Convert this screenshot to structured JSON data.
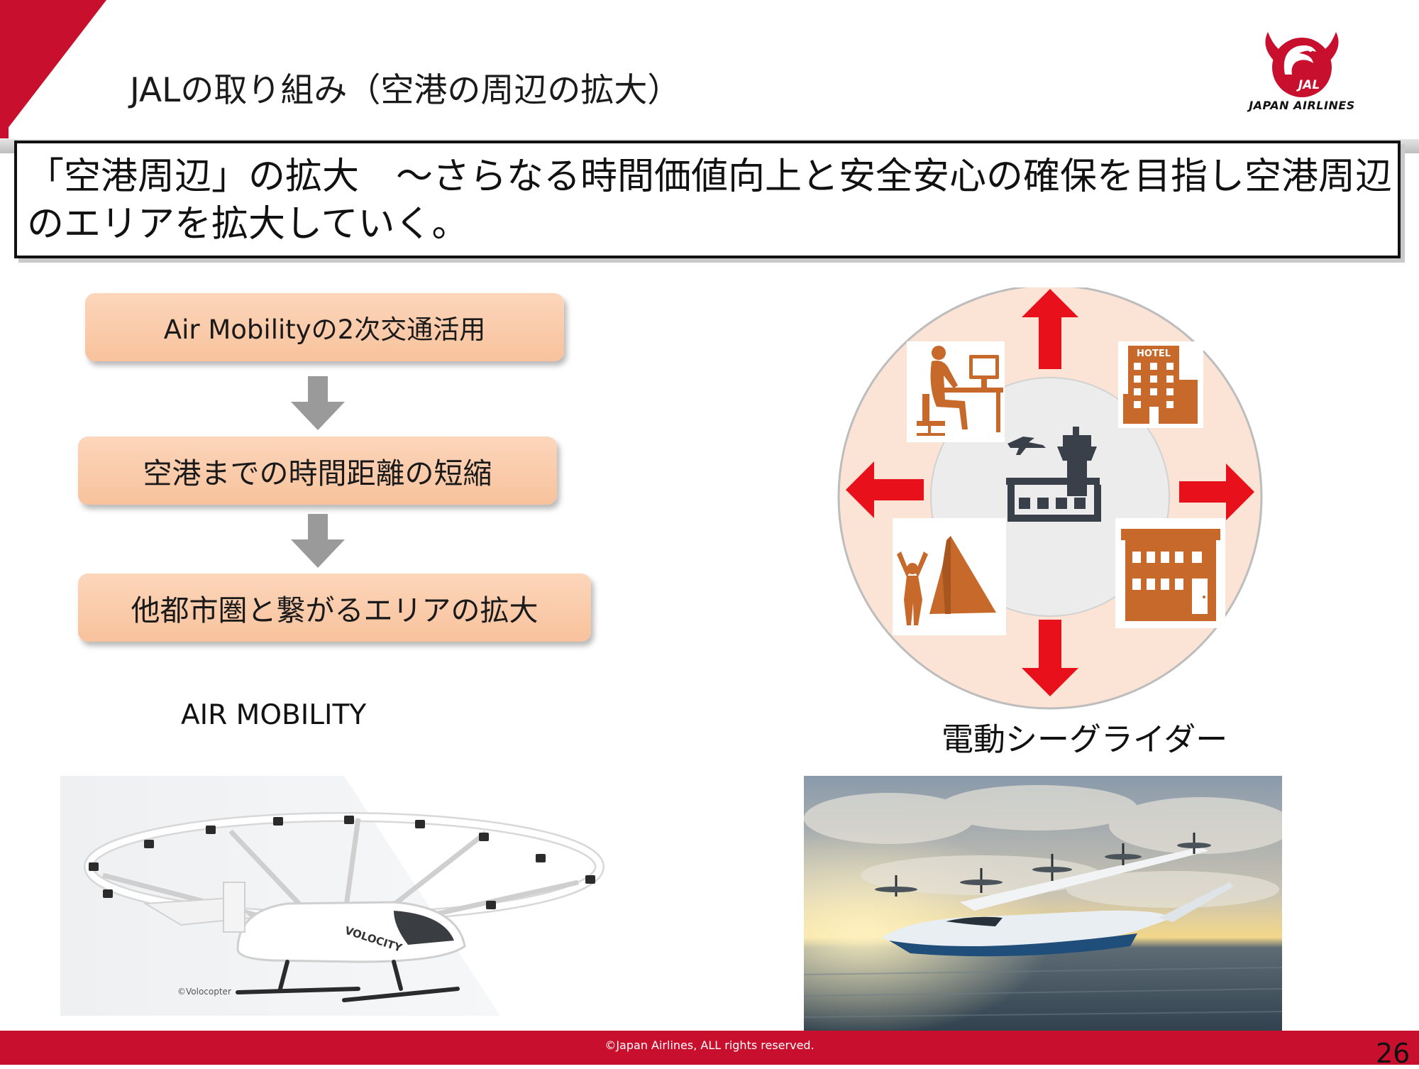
{
  "slide": {
    "title": "JALの取り組み（空港の周辺の拡大）",
    "headline": "「空港周辺」の拡大　～さらなる時間価値向上と安全安心の確保を目指し空港周辺のエリアを拡大していく。",
    "page_number": "26"
  },
  "logo": {
    "brand": "JAPAN AIRLINES",
    "mark_text": "JAL",
    "icon": "jal-crane-icon"
  },
  "process": {
    "steps": [
      "Air Mobilityの2次交通活用",
      "空港までの時間距離の短縮",
      "他都市圏と繋がるエリアの拡大"
    ],
    "arrow_icon": "down-arrow-icon"
  },
  "diagram": {
    "center_icon": "airport-terminal-icon",
    "hotel_sign": "HOTEL",
    "icons": [
      "office-worker-icon",
      "hotel-icon",
      "camping-tent-icon",
      "house-icon"
    ],
    "arrow_icon": "red-arrow-icon"
  },
  "captions": {
    "air_mobility": "AIR MOBILITY",
    "sea_glider": "電動シーグライダー",
    "volocopter_credit": "©Volocopter",
    "volocopter_body": "VOLOCITY"
  },
  "footer": {
    "copyright": "©Japan Airlines, ALL rights reserved."
  },
  "colors": {
    "brand_red": "#c8102e",
    "process_fill": "#f9c9a6",
    "icon_orange": "#c6692b",
    "arrow_red": "#e8101a",
    "terminal_gray": "#3a4049"
  }
}
